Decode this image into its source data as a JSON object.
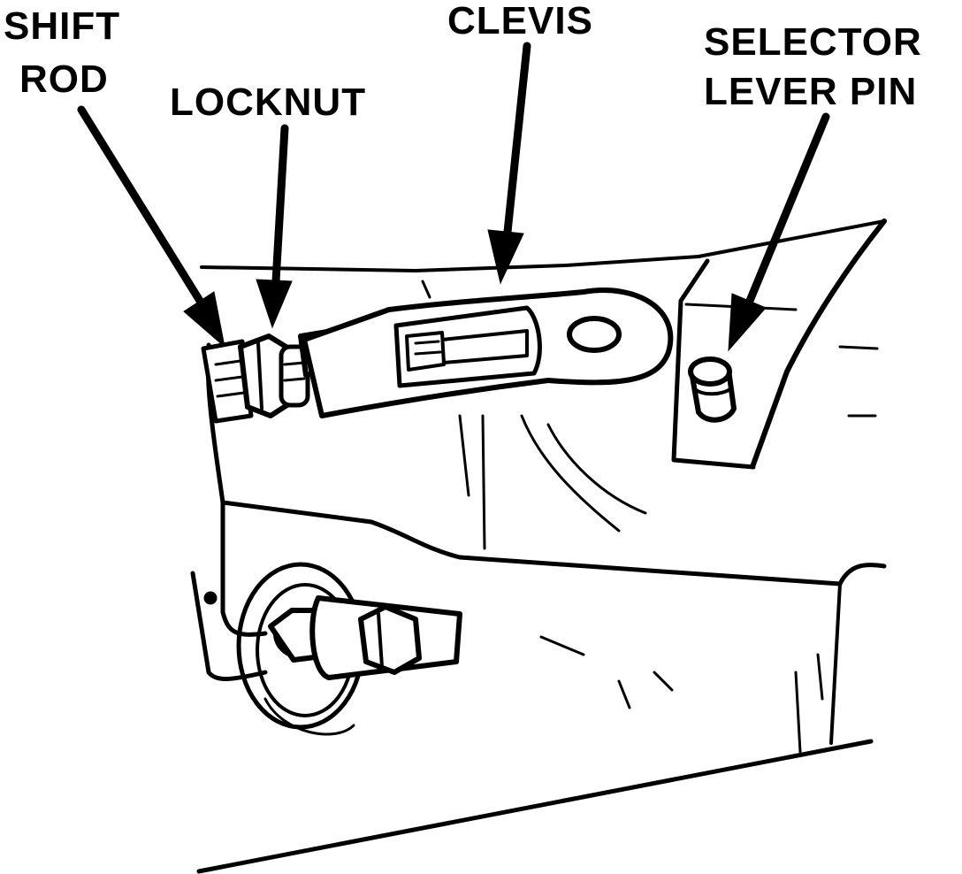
{
  "colors": {
    "ink": "#000000",
    "paper": "#ffffff"
  },
  "labels": {
    "shift_rod_line1": "SHIFT",
    "shift_rod_line2": "ROD",
    "locknut": "LOCKNUT",
    "clevis": "CLEVIS",
    "selector_line1": "SELECTOR",
    "selector_line2": "LEVER PIN"
  }
}
